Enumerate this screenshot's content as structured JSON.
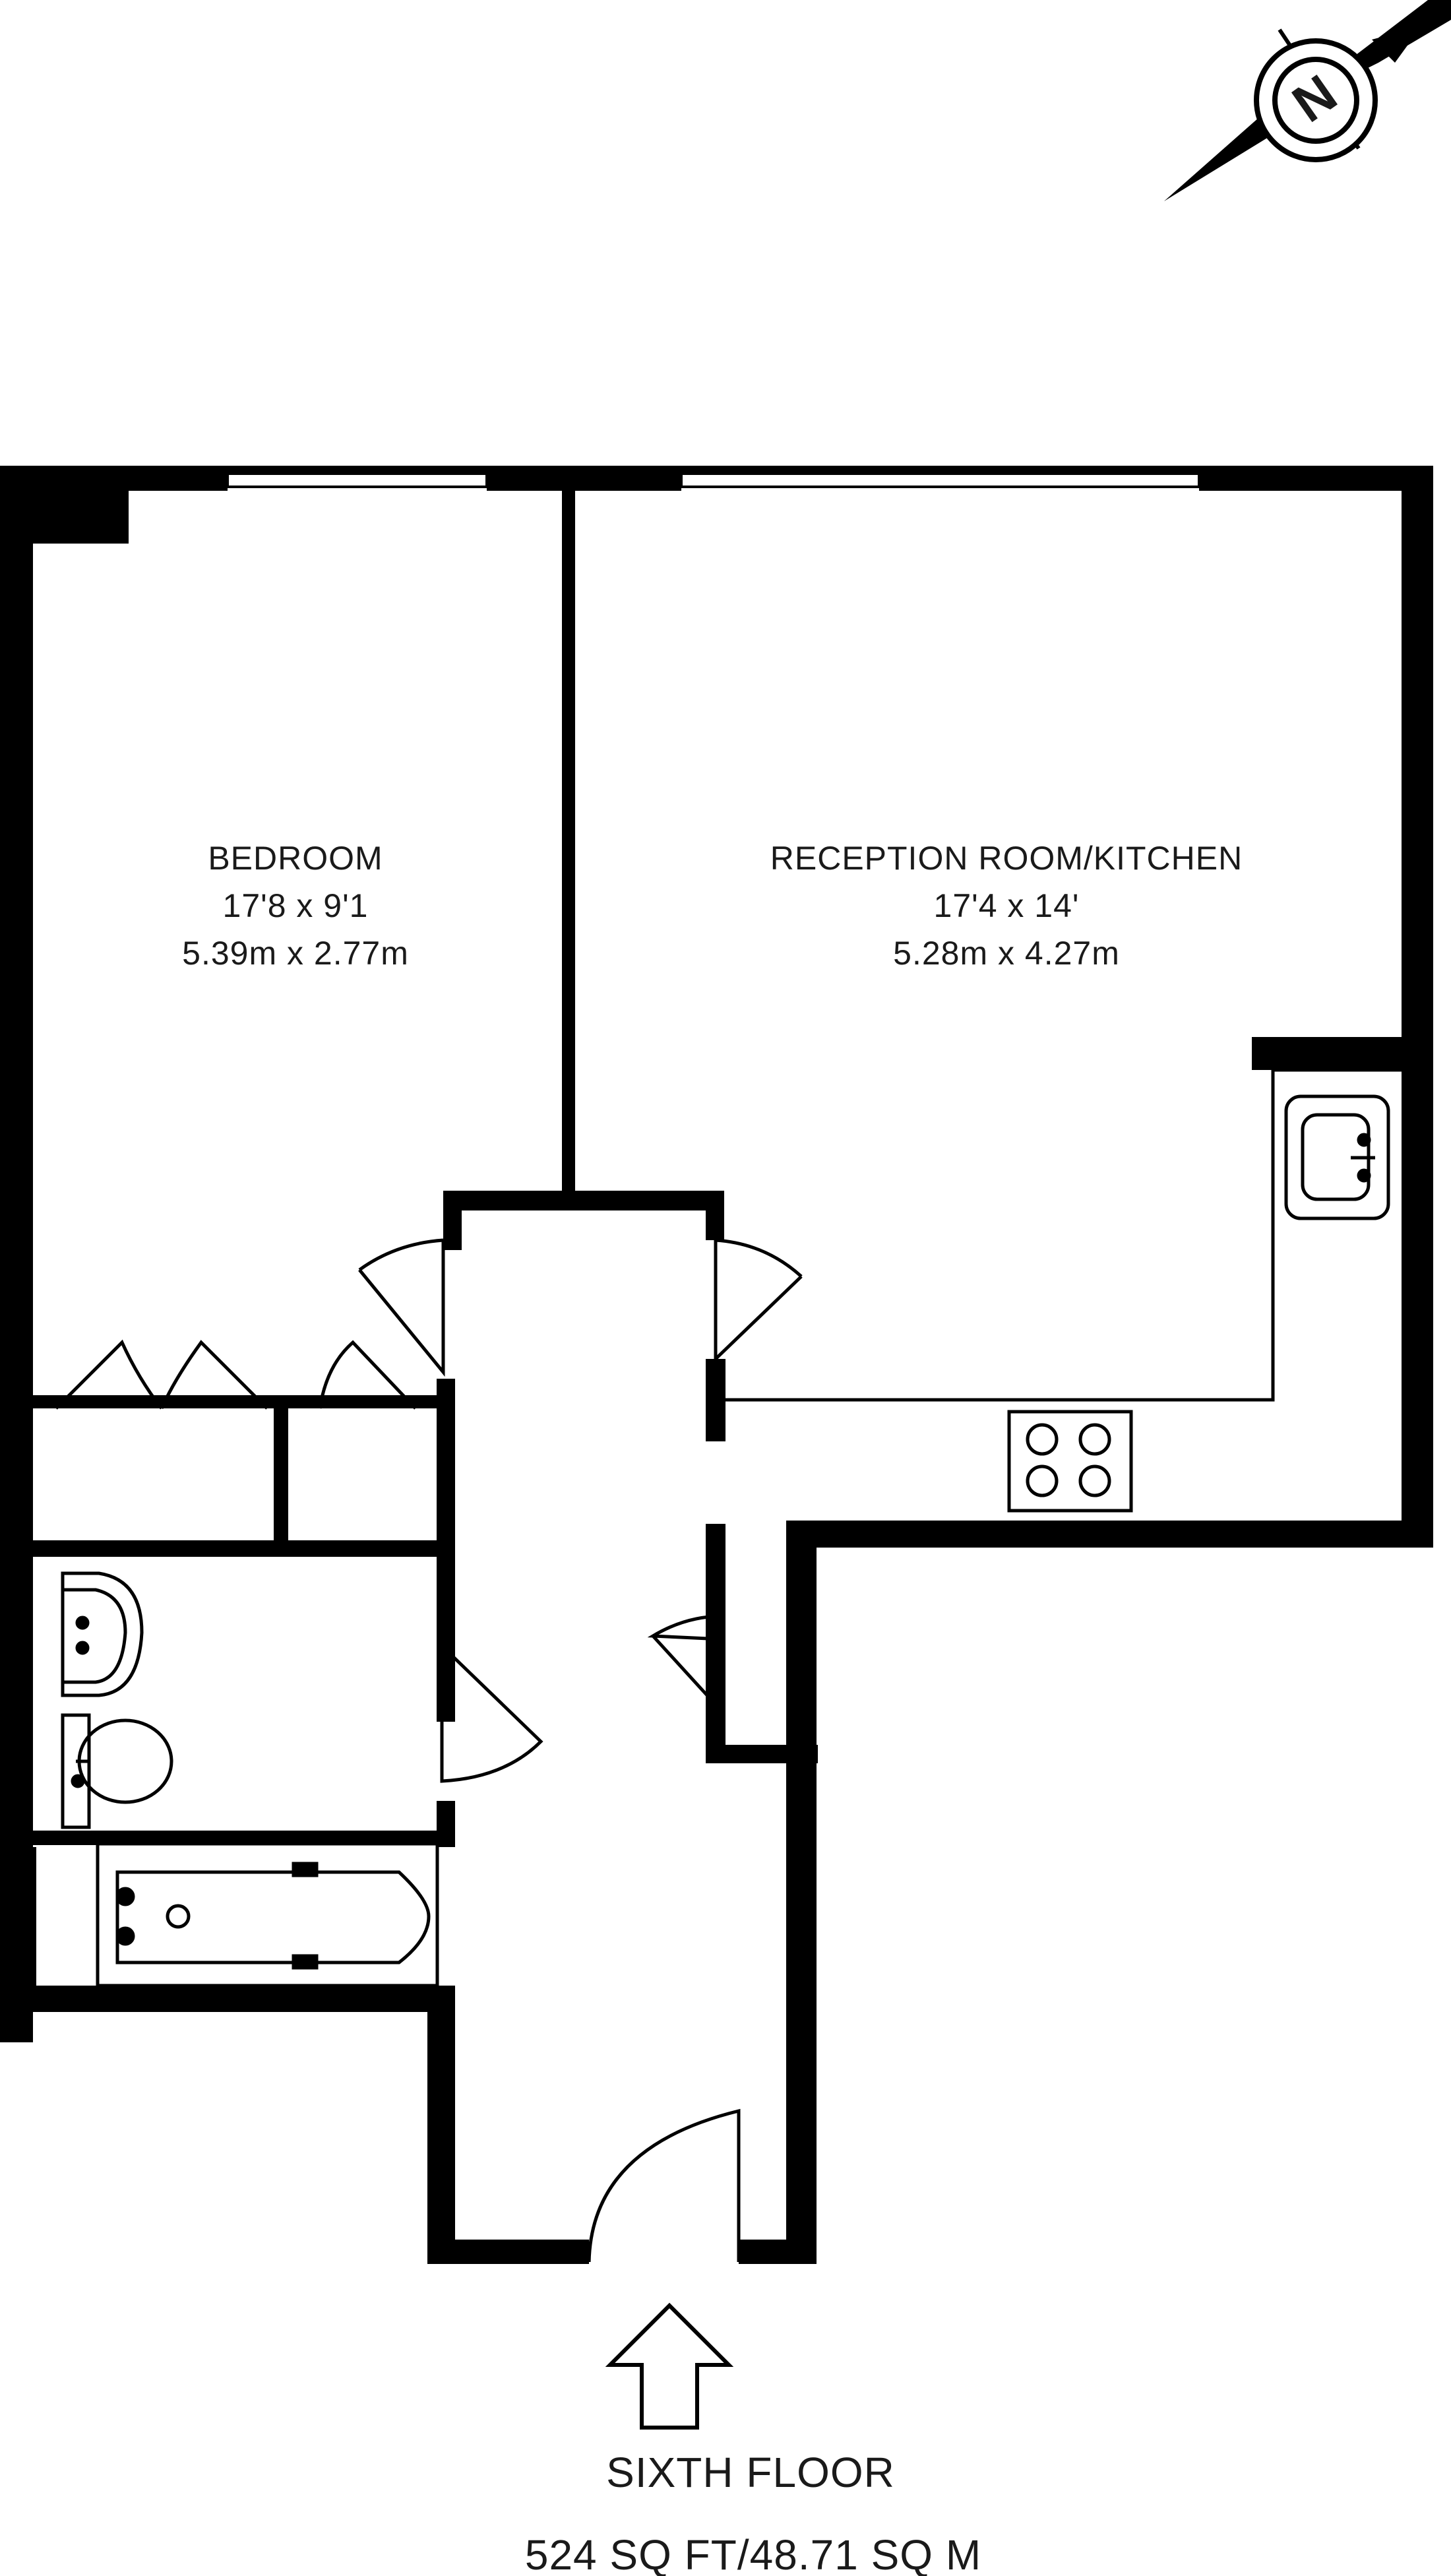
{
  "rooms": {
    "bedroom": {
      "name": "BEDROOM",
      "imperial": "17'8 x 9'1",
      "metric": "5.39m x 2.77m"
    },
    "reception": {
      "name": "RECEPTION ROOM/KITCHEN",
      "imperial": "17'4 x 14'",
      "metric": "5.28m x 4.27m"
    }
  },
  "footer": {
    "floor": "SIXTH FLOOR",
    "area": "524 SQ FT/48.71 SQ M"
  },
  "compass": {
    "label": "N"
  },
  "icons": {
    "compass": "north-compass-icon",
    "entrance": "entrance-arrow-icon",
    "hob": "hob-icon",
    "kitchen_sink": "kitchen-sink-icon",
    "basin": "basin-icon",
    "toilet": "toilet-icon",
    "bath": "bath-icon"
  },
  "colors": {
    "wall": "#000000",
    "background": "#ffffff",
    "text": "#1a1a1a"
  }
}
